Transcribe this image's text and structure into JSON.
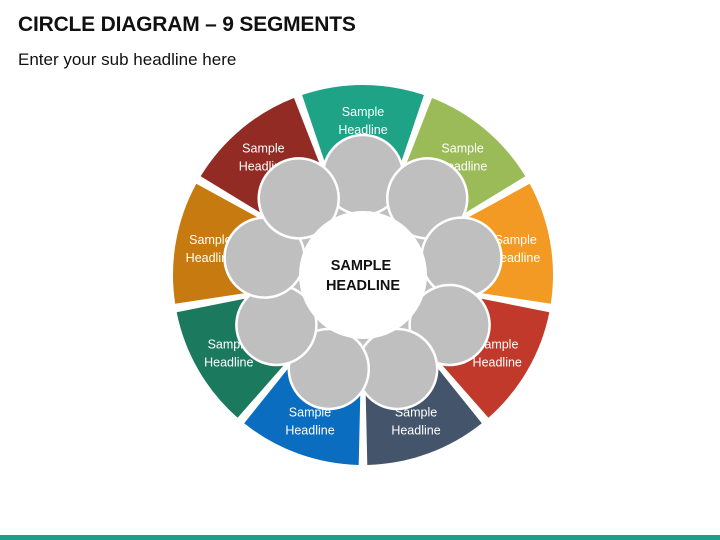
{
  "title": "CIRCLE DIAGRAM – 9 SEGMENTS",
  "subtitle": "Enter your sub headline here",
  "center": {
    "line1": "SAMPLE",
    "line2": "HEADLINE"
  },
  "segments": [
    {
      "line1": "Sample",
      "line2": "Headline",
      "color": "#1fa387"
    },
    {
      "line1": "Sample",
      "line2": "Headline",
      "color": "#9bbb59"
    },
    {
      "line1": "Sample",
      "line2": "Headline",
      "color": "#f39a25"
    },
    {
      "line1": "Sample",
      "line2": "Headline",
      "color": "#c0392b"
    },
    {
      "line1": "Sample",
      "line2": "Headline",
      "color": "#44546a"
    },
    {
      "line1": "Sample",
      "line2": "Headline",
      "color": "#0a6dbf"
    },
    {
      "line1": "Sample",
      "line2": "Headline",
      "color": "#1b7a5e"
    },
    {
      "line1": "Sample",
      "line2": "Headline",
      "color": "#c67a10"
    },
    {
      "line1": "Sample",
      "line2": "Headline",
      "color": "#922b23"
    }
  ],
  "colors": {
    "ring": "#bfbfbf",
    "footer": "#1e9e86"
  }
}
